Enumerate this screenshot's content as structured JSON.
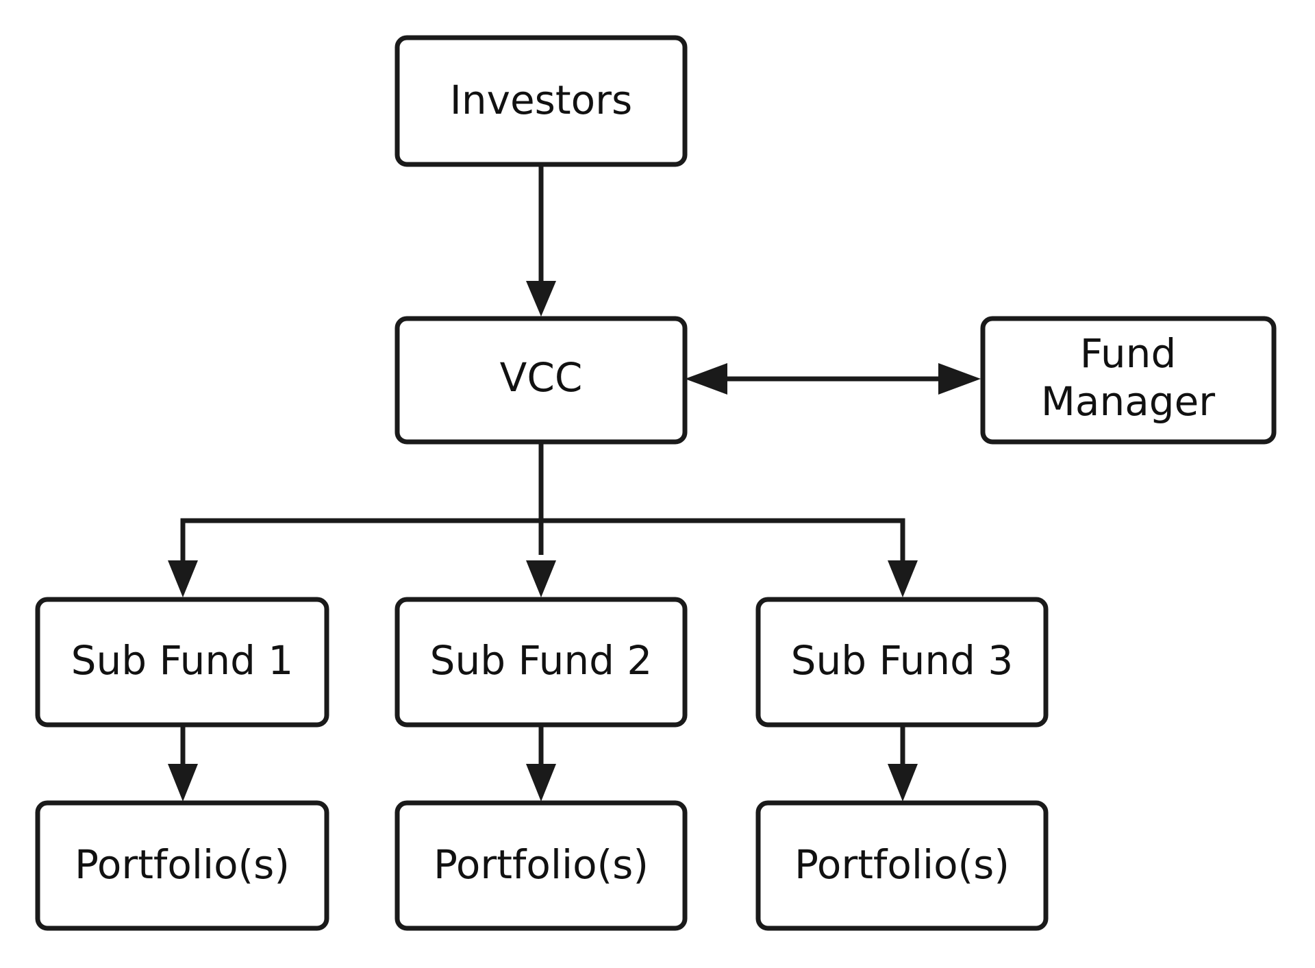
{
  "diagram": {
    "nodes": {
      "investors": "Investors",
      "vcc": "VCC",
      "fund_manager_line1": "Fund",
      "fund_manager_line2": "Manager",
      "sub_fund_1": "Sub Fund 1",
      "sub_fund_2": "Sub Fund 2",
      "sub_fund_3": "Sub Fund 3",
      "portfolio_1": "Portfolio(s)",
      "portfolio_2": "Portfolio(s)",
      "portfolio_3": "Portfolio(s)"
    },
    "edges": [
      {
        "from": "investors",
        "to": "vcc"
      },
      {
        "from": "vcc",
        "to": "fund_manager",
        "bidirectional": true
      },
      {
        "from": "vcc",
        "to": "sub_fund_1"
      },
      {
        "from": "vcc",
        "to": "sub_fund_2"
      },
      {
        "from": "vcc",
        "to": "sub_fund_3"
      },
      {
        "from": "sub_fund_1",
        "to": "portfolio_1"
      },
      {
        "from": "sub_fund_2",
        "to": "portfolio_2"
      },
      {
        "from": "sub_fund_3",
        "to": "portfolio_3"
      }
    ]
  }
}
